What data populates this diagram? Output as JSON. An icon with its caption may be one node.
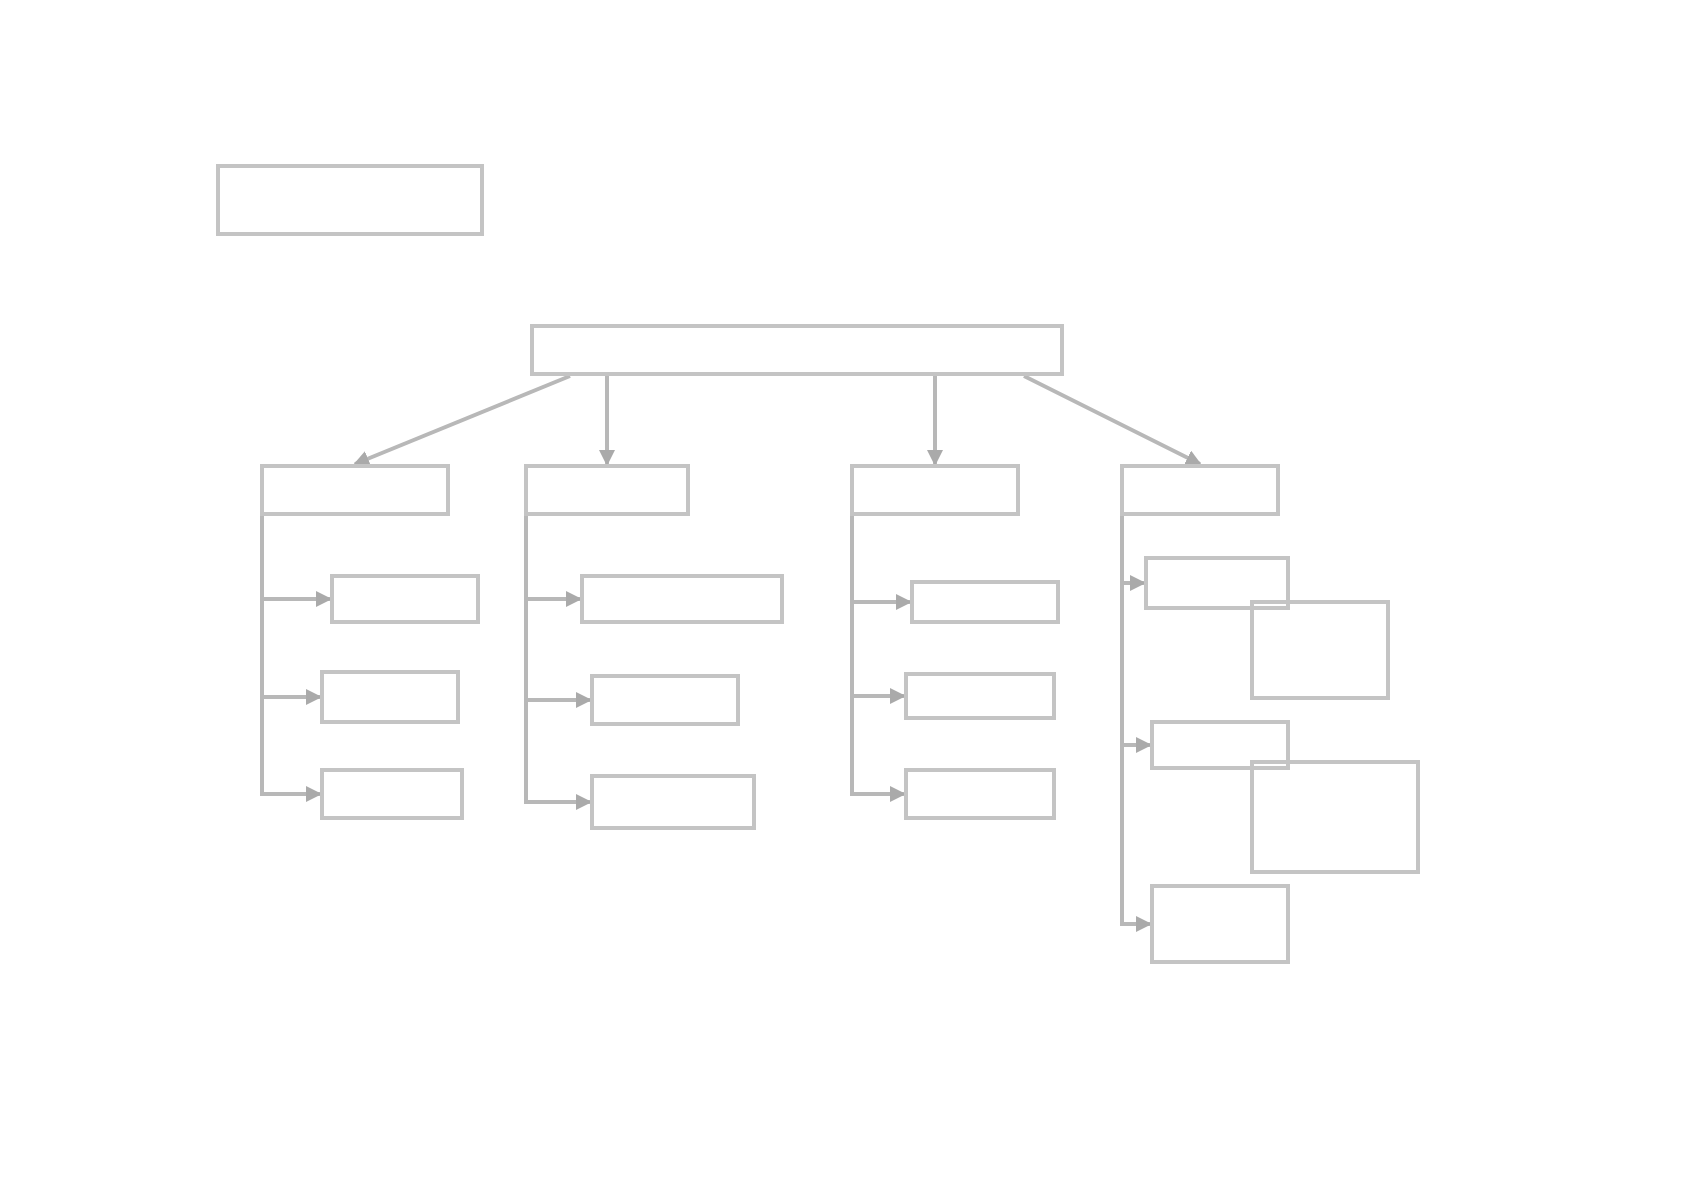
{
  "diagram": {
    "nodes": [
      {
        "text": [],
        "shape": "box"
      },
      {
        "text": [],
        "shape": "box"
      },
      {
        "text": [],
        "shape": "box"
      },
      {
        "text": [],
        "shape": "box"
      },
      {
        "text": [],
        "shape": "box"
      },
      {
        "text": [],
        "shape": "box"
      },
      {
        "text": [],
        "shape": "box"
      },
      {
        "text": [],
        "shape": "box"
      },
      {
        "text": [],
        "shape": "box"
      },
      {
        "text": [],
        "shape": "box"
      },
      {
        "text": [],
        "shape": "box"
      },
      {
        "text": [],
        "shape": "box"
      },
      {
        "text": [],
        "shape": "box"
      },
      {
        "text": [],
        "shape": "box"
      },
      {
        "text": [],
        "shape": "box"
      },
      {
        "text": [],
        "shape": "box"
      },
      {
        "text": [],
        "shape": "box"
      },
      {
        "text": [],
        "shape": "box"
      },
      {
        "text": [],
        "shape": "box"
      },
      {
        "text": [],
        "shape": "box"
      }
    ],
    "edges": [
      {
        "from": 1,
        "to": 2,
        "arrow": "to"
      },
      {
        "from": 1,
        "to": 6,
        "arrow": "to"
      },
      {
        "from": 1,
        "to": 10,
        "arrow": "to"
      },
      {
        "from": 1,
        "to": 14,
        "arrow": "to"
      },
      {
        "from": 2,
        "to": 3,
        "arrow": "to"
      },
      {
        "from": 2,
        "to": 4,
        "arrow": "to"
      },
      {
        "from": 2,
        "to": 5,
        "arrow": "to"
      },
      {
        "from": 6,
        "to": 7,
        "arrow": "to"
      },
      {
        "from": 6,
        "to": 8,
        "arrow": "to"
      },
      {
        "from": 6,
        "to": 9,
        "arrow": "to"
      },
      {
        "from": 10,
        "to": 11,
        "arrow": "to"
      },
      {
        "from": 10,
        "to": 12,
        "arrow": "to"
      },
      {
        "from": 10,
        "to": 13,
        "arrow": "to"
      },
      {
        "from": 14,
        "to": 15,
        "arrow": "to"
      },
      {
        "from": 14,
        "to": 17,
        "arrow": "to"
      },
      {
        "from": 14,
        "to": 19,
        "arrow": "to"
      }
    ]
  }
}
